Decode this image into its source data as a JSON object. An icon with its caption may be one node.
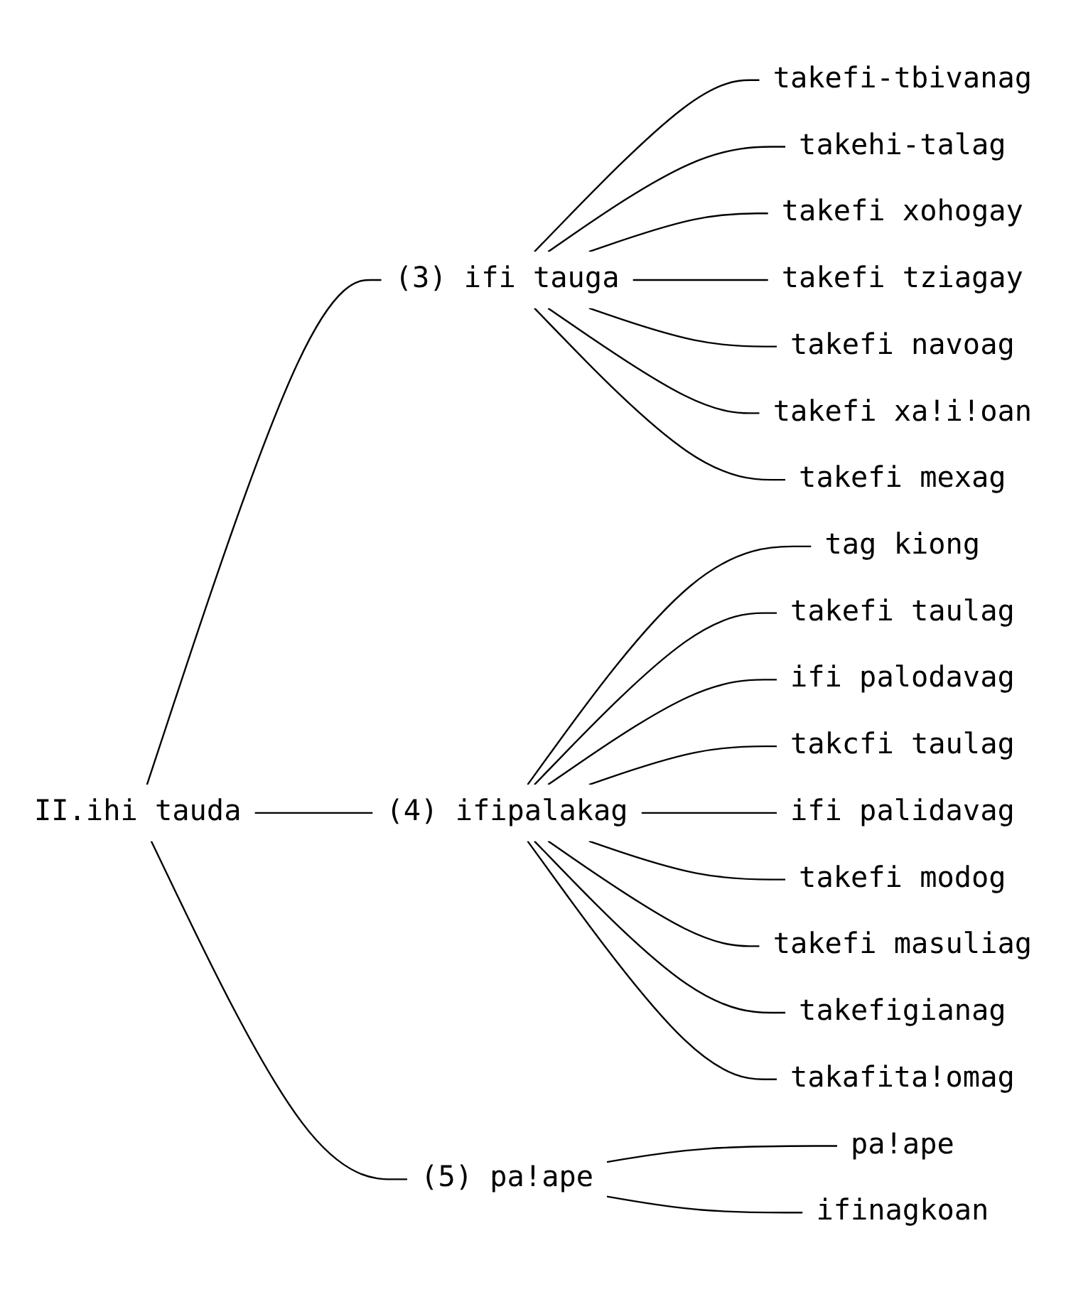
{
  "diagram": {
    "nodes": [
      {
        "text": [
          "II.ihi tauda"
        ]
      },
      {
        "text": [
          "(3) ifi tauga"
        ]
      },
      {
        "text": [
          "(4) ifipalakag"
        ]
      },
      {
        "text": [
          "(5) pa!ape"
        ]
      },
      {
        "text": [
          "takefi-tbivanag"
        ]
      },
      {
        "text": [
          "takehi-talag"
        ]
      },
      {
        "text": [
          "takefi xohogay"
        ]
      },
      {
        "text": [
          "takefi tziagay"
        ]
      },
      {
        "text": [
          "takefi navoag"
        ]
      },
      {
        "text": [
          "takefi xa!i!oan"
        ]
      },
      {
        "text": [
          "takefi mexag"
        ]
      },
      {
        "text": [
          "tag kiong"
        ]
      },
      {
        "text": [
          "takefi taulag"
        ]
      },
      {
        "text": [
          "ifi palodavag"
        ]
      },
      {
        "text": [
          "takcfi taulag"
        ]
      },
      {
        "text": [
          "ifi palidavag"
        ]
      },
      {
        "text": [
          "takefi modog"
        ]
      },
      {
        "text": [
          "takefi masuliag"
        ]
      },
      {
        "text": [
          "takefigianag"
        ]
      },
      {
        "text": [
          "takafita!omag"
        ]
      },
      {
        "text": [
          "pa!ape"
        ]
      },
      {
        "text": [
          "ifinagkoan"
        ]
      }
    ],
    "edges": [
      {
        "from": 0,
        "to": 1,
        "arrow": "none"
      },
      {
        "from": 0,
        "to": 2,
        "arrow": "none"
      },
      {
        "from": 0,
        "to": 3,
        "arrow": "none"
      },
      {
        "from": 1,
        "to": 4,
        "arrow": "none"
      },
      {
        "from": 1,
        "to": 5,
        "arrow": "none"
      },
      {
        "from": 1,
        "to": 6,
        "arrow": "none"
      },
      {
        "from": 1,
        "to": 7,
        "arrow": "none"
      },
      {
        "from": 1,
        "to": 8,
        "arrow": "none"
      },
      {
        "from": 1,
        "to": 9,
        "arrow": "none"
      },
      {
        "from": 1,
        "to": 10,
        "arrow": "none"
      },
      {
        "from": 2,
        "to": 11,
        "arrow": "none"
      },
      {
        "from": 2,
        "to": 12,
        "arrow": "none"
      },
      {
        "from": 2,
        "to": 13,
        "arrow": "none"
      },
      {
        "from": 2,
        "to": 14,
        "arrow": "none"
      },
      {
        "from": 2,
        "to": 15,
        "arrow": "none"
      },
      {
        "from": 2,
        "to": 16,
        "arrow": "none"
      },
      {
        "from": 2,
        "to": 17,
        "arrow": "none"
      },
      {
        "from": 2,
        "to": 18,
        "arrow": "none"
      },
      {
        "from": 2,
        "to": 19,
        "arrow": "none"
      },
      {
        "from": 3,
        "to": 20,
        "arrow": "none"
      },
      {
        "from": 3,
        "to": 21,
        "arrow": "none"
      }
    ]
  }
}
